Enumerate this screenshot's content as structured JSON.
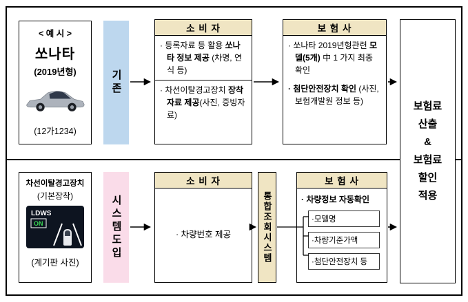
{
  "top_row": {
    "example_box": {
      "label": "< 예 시 >",
      "car_name": "쏘나타",
      "model_year": "(2019년형)",
      "plate": "(12가1234)"
    },
    "stage_label": "기존",
    "consumer_box": {
      "header": "소 비 자",
      "item1_lead": "· 등록자료 등 활용",
      "item1_bold": "쏘나타 정보 제공",
      "item1_tail": "(차명, 연식 등)",
      "item2_lead": "· 차선이탈경고장치",
      "item2_bold": "장착자료 제공",
      "item2_tail": "(사진, 증빙자료)"
    },
    "insurer_box": {
      "header": "보 험 사",
      "item1_lead": "· 쏘나타 2019년형관련 ",
      "item1_bold": "모델(5개)",
      "item1_tail": " 中 1 가지 최종 확인",
      "item2_bold": "· 첨단안전장치 확인",
      "item2_tail": "(사진, 보험개발원 정보 등)"
    }
  },
  "bottom_row": {
    "device_box": {
      "title": "차선이탈경고장치",
      "subtitle": "(기본장착)",
      "ldws_label": "LDWS",
      "ldws_status": "ON",
      "caption": "(계기판 사진)"
    },
    "stage_label": "시스템도입",
    "consumer_box": {
      "header": "소 비 자",
      "item": "· 차량번호 제공"
    },
    "hub_label": "통합조회시스템",
    "insurer_box": {
      "header": "보 험 사",
      "item_bold": "· 차량정보 자동확인",
      "sub_items": [
        "·모델명",
        "·차량기준가액",
        "·첨단안전장치 등"
      ]
    }
  },
  "result_box": {
    "lines": [
      "보험료",
      "산출",
      "&",
      "보험료",
      "할인",
      "적용"
    ]
  },
  "colors": {
    "stage_existing_bg": "#BDD7EE",
    "stage_new_bg": "#FADCE9",
    "header_tan_bg": "#F0E5C3",
    "ldws_screen_bg": "#0D1420",
    "ldws_on_green": "#39D353"
  }
}
